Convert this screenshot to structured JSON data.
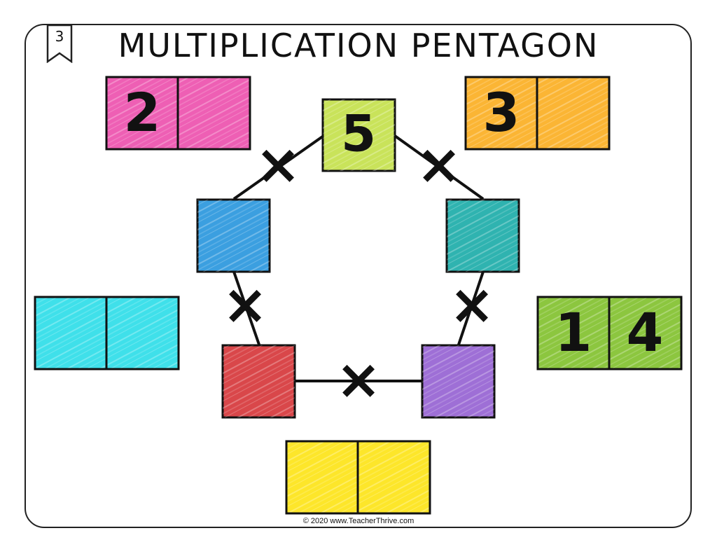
{
  "page": {
    "number": "3",
    "title": "MULTIPLICATION PENTAGON",
    "footer": "© 2020 www.TeacherThrive.com"
  },
  "operator_symbol": "×",
  "vertices": [
    {
      "id": "top",
      "value": "5",
      "color": "#c9e35a"
    },
    {
      "id": "upper-left",
      "value": "",
      "color": "#3b9fe0"
    },
    {
      "id": "upper-right",
      "value": "",
      "color": "#2fb3b0"
    },
    {
      "id": "lower-left",
      "value": "",
      "color": "#d9474a"
    },
    {
      "id": "lower-right",
      "value": "",
      "color": "#9e6fd6"
    }
  ],
  "products": [
    {
      "id": "top-left",
      "digits": [
        "2",
        ""
      ],
      "color": "#ee5fb4"
    },
    {
      "id": "top-right",
      "digits": [
        "3",
        ""
      ],
      "color": "#fbb534"
    },
    {
      "id": "left",
      "digits": [
        "",
        ""
      ],
      "color": "#3fe0ea"
    },
    {
      "id": "right",
      "digits": [
        "1",
        "4"
      ],
      "color": "#8cc63f"
    },
    {
      "id": "bottom",
      "digits": [
        "",
        ""
      ],
      "color": "#fde62a"
    }
  ]
}
